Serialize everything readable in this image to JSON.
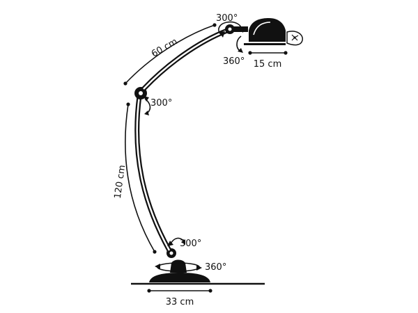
{
  "diagram": {
    "colors": {
      "ink": "#111111",
      "background": "#ffffff"
    },
    "dimensions": {
      "upper_arm_length": "60 cm",
      "lower_arm_length": "120 cm",
      "base_width": "33 cm",
      "shade_width": "15 cm"
    },
    "rotations": {
      "shade_tilt": "300°",
      "shade_swivel": "360°",
      "elbow_joint": "300°",
      "base_joint": "300°",
      "base_swivel": "360°"
    },
    "icons": [
      "bulb-socket-icon",
      "rotation-arrow-icon"
    ]
  }
}
